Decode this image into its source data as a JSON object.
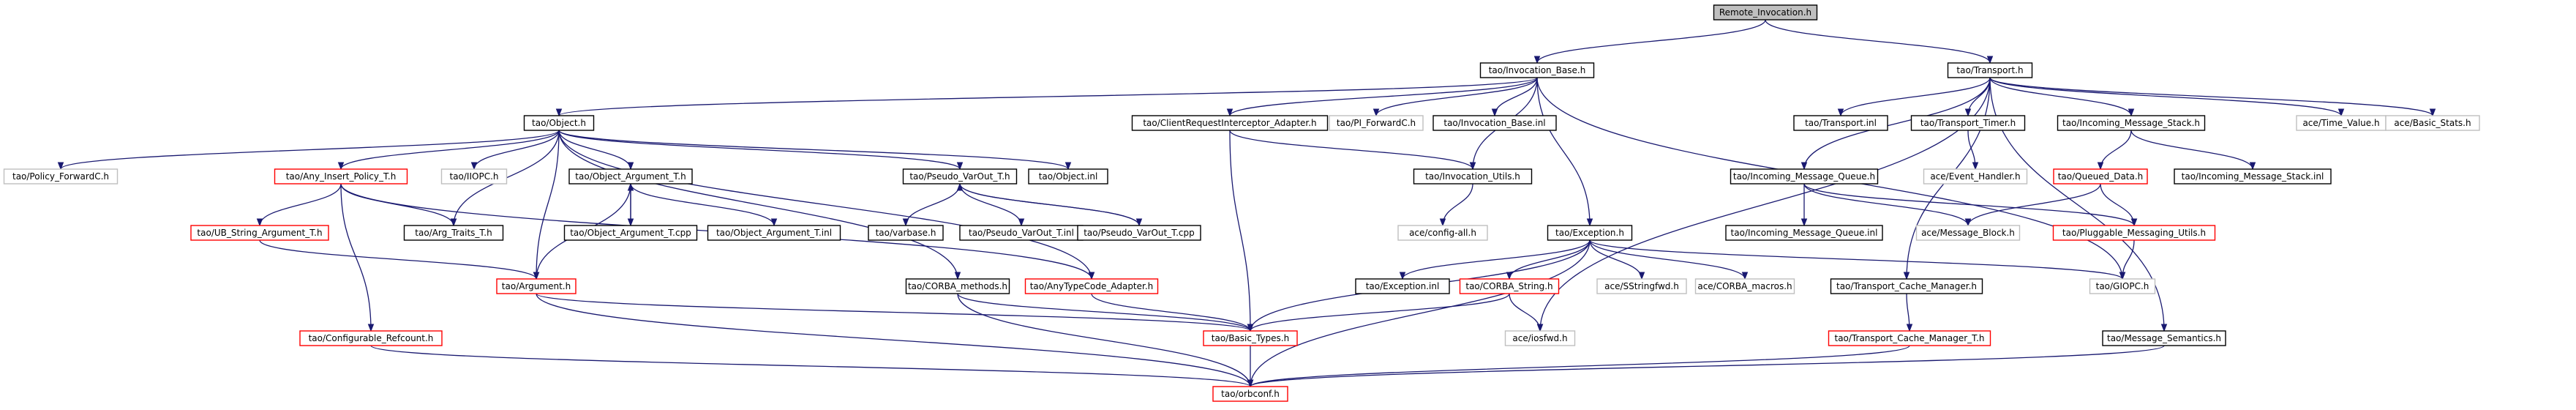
{
  "diagram": {
    "type": "include-dependency-graph",
    "colors": {
      "edge": "#191970",
      "root_fill": "#bfbfbf",
      "documented": "#000000",
      "undocumented": "#bfbfbf",
      "truncated": "#ff0000"
    },
    "nodes": [
      {
        "id": "remote_invocation_h",
        "label": "Remote_Invocation.h",
        "style": "root"
      },
      {
        "id": "invocation_base_h",
        "label": "tao/Invocation_Base.h",
        "style": "black"
      },
      {
        "id": "transport_h",
        "label": "tao/Transport.h",
        "style": "black"
      },
      {
        "id": "object_h",
        "label": "tao/Object.h",
        "style": "black"
      },
      {
        "id": "client_request_interceptor_adapter_h",
        "label": "tao/ClientRequestInterceptor_Adapter.h",
        "style": "black"
      },
      {
        "id": "pi_forwardc_h",
        "label": "tao/PI_ForwardC.h",
        "style": "grey"
      },
      {
        "id": "invocation_base_inl",
        "label": "tao/Invocation_Base.inl",
        "style": "black"
      },
      {
        "id": "transport_inl",
        "label": "tao/Transport.inl",
        "style": "black"
      },
      {
        "id": "transport_timer_h",
        "label": "tao/Transport_Timer.h",
        "style": "black"
      },
      {
        "id": "incoming_message_stack_h",
        "label": "tao/Incoming_Message_Stack.h",
        "style": "black"
      },
      {
        "id": "time_value_h",
        "label": "ace/Time_Value.h",
        "style": "grey"
      },
      {
        "id": "basic_stats_h",
        "label": "ace/Basic_Stats.h",
        "style": "grey"
      },
      {
        "id": "policy_forwardc_h",
        "label": "tao/Policy_ForwardC.h",
        "style": "grey"
      },
      {
        "id": "any_insert_policy_t_h",
        "label": "tao/Any_Insert_Policy_T.h",
        "style": "red"
      },
      {
        "id": "iiopc_h",
        "label": "tao/IIOPC.h",
        "style": "grey"
      },
      {
        "id": "object_argument_t_h",
        "label": "tao/Object_Argument_T.h",
        "style": "black"
      },
      {
        "id": "pseudo_varout_t_h",
        "label": "tao/Pseudo_VarOut_T.h",
        "style": "black"
      },
      {
        "id": "object_inl",
        "label": "tao/Object.inl",
        "style": "black"
      },
      {
        "id": "invocation_utils_h",
        "label": "tao/Invocation_Utils.h",
        "style": "black"
      },
      {
        "id": "incoming_message_queue_h",
        "label": "tao/Incoming_Message_Queue.h",
        "style": "black"
      },
      {
        "id": "event_handler_h",
        "label": "ace/Event_Handler.h",
        "style": "grey"
      },
      {
        "id": "queued_data_h",
        "label": "tao/Queued_Data.h",
        "style": "red"
      },
      {
        "id": "incoming_message_stack_inl",
        "label": "tao/Incoming_Message_Stack.inl",
        "style": "black"
      },
      {
        "id": "ub_string_argument_t_h",
        "label": "tao/UB_String_Argument_T.h",
        "style": "red"
      },
      {
        "id": "arg_traits_t_h",
        "label": "tao/Arg_Traits_T.h",
        "style": "black"
      },
      {
        "id": "object_argument_t_cpp",
        "label": "tao/Object_Argument_T.cpp",
        "style": "black"
      },
      {
        "id": "object_argument_t_inl",
        "label": "tao/Object_Argument_T.inl",
        "style": "black"
      },
      {
        "id": "varbase_h",
        "label": "tao/varbase.h",
        "style": "black"
      },
      {
        "id": "pseudo_varout_t_inl",
        "label": "tao/Pseudo_VarOut_T.inl",
        "style": "black"
      },
      {
        "id": "pseudo_varout_t_cpp",
        "label": "tao/Pseudo_VarOut_T.cpp",
        "style": "black"
      },
      {
        "id": "config_all_h",
        "label": "ace/config-all.h",
        "style": "grey"
      },
      {
        "id": "incoming_message_queue_inl",
        "label": "tao/Incoming_Message_Queue.inl",
        "style": "black"
      },
      {
        "id": "message_block_h",
        "label": "ace/Message_Block.h",
        "style": "grey"
      },
      {
        "id": "pluggable_messaging_utils_h",
        "label": "tao/Pluggable_Messaging_Utils.h",
        "style": "red"
      },
      {
        "id": "exception_h",
        "label": "tao/Exception.h",
        "style": "black"
      },
      {
        "id": "argument_h",
        "label": "tao/Argument.h",
        "style": "red"
      },
      {
        "id": "corba_methods_h",
        "label": "tao/CORBA_methods.h",
        "style": "black"
      },
      {
        "id": "anytypecode_adapter_h",
        "label": "tao/AnyTypeCode_Adapter.h",
        "style": "red"
      },
      {
        "id": "exception_inl",
        "label": "tao/Exception.inl",
        "style": "black"
      },
      {
        "id": "corba_string_h",
        "label": "tao/CORBA_String.h",
        "style": "red"
      },
      {
        "id": "sstringfwd_h",
        "label": "ace/SStringfwd.h",
        "style": "grey"
      },
      {
        "id": "corba_macros_h",
        "label": "ace/CORBA_macros.h",
        "style": "grey"
      },
      {
        "id": "transport_cache_manager_h",
        "label": "tao/Transport_Cache_Manager.h",
        "style": "black"
      },
      {
        "id": "giopc_h",
        "label": "tao/GIOPC.h",
        "style": "grey"
      },
      {
        "id": "configurable_refcount_h",
        "label": "tao/Configurable_Refcount.h",
        "style": "red"
      },
      {
        "id": "basic_types_h",
        "label": "tao/Basic_Types.h",
        "style": "red"
      },
      {
        "id": "iosfwd_h",
        "label": "ace/iosfwd.h",
        "style": "grey"
      },
      {
        "id": "transport_cache_manager_t_h",
        "label": "tao/Transport_Cache_Manager_T.h",
        "style": "red"
      },
      {
        "id": "message_semantics_h",
        "label": "tao/Message_Semantics.h",
        "style": "black"
      },
      {
        "id": "orbconf_h",
        "label": "tao/orbconf.h",
        "style": "red"
      }
    ],
    "edges": [
      [
        "remote_invocation_h",
        "invocation_base_h"
      ],
      [
        "remote_invocation_h",
        "transport_h"
      ],
      [
        "invocation_base_h",
        "object_h"
      ],
      [
        "invocation_base_h",
        "client_request_interceptor_adapter_h"
      ],
      [
        "invocation_base_h",
        "pi_forwardc_h"
      ],
      [
        "invocation_base_h",
        "invocation_base_inl"
      ],
      [
        "invocation_base_h",
        "invocation_utils_h"
      ],
      [
        "invocation_base_h",
        "exception_h"
      ],
      [
        "invocation_base_h",
        "giopc_h"
      ],
      [
        "transport_h",
        "transport_inl"
      ],
      [
        "transport_h",
        "transport_timer_h"
      ],
      [
        "transport_h",
        "incoming_message_stack_h"
      ],
      [
        "transport_h",
        "time_value_h"
      ],
      [
        "transport_h",
        "basic_stats_h"
      ],
      [
        "transport_h",
        "incoming_message_queue_h"
      ],
      [
        "transport_h",
        "transport_cache_manager_h"
      ],
      [
        "transport_h",
        "message_semantics_h"
      ],
      [
        "transport_h",
        "iosfwd_h"
      ],
      [
        "object_h",
        "policy_forwardc_h"
      ],
      [
        "object_h",
        "any_insert_policy_t_h"
      ],
      [
        "object_h",
        "iiopc_h"
      ],
      [
        "object_h",
        "object_argument_t_h"
      ],
      [
        "object_h",
        "pseudo_varout_t_h"
      ],
      [
        "object_h",
        "object_inl"
      ],
      [
        "object_h",
        "arg_traits_t_h"
      ],
      [
        "object_h",
        "argument_h"
      ],
      [
        "object_h",
        "corba_methods_h"
      ],
      [
        "object_h",
        "anytypecode_adapter_h"
      ],
      [
        "client_request_interceptor_adapter_h",
        "invocation_utils_h"
      ],
      [
        "client_request_interceptor_adapter_h",
        "basic_types_h"
      ],
      [
        "transport_timer_h",
        "event_handler_h"
      ],
      [
        "incoming_message_stack_h",
        "queued_data_h"
      ],
      [
        "incoming_message_stack_h",
        "incoming_message_stack_inl"
      ],
      [
        "any_insert_policy_t_h",
        "ub_string_argument_t_h"
      ],
      [
        "any_insert_policy_t_h",
        "arg_traits_t_h"
      ],
      [
        "any_insert_policy_t_h",
        "configurable_refcount_h"
      ],
      [
        "any_insert_policy_t_h",
        "anytypecode_adapter_h"
      ],
      [
        "object_argument_t_h",
        "object_argument_t_cpp"
      ],
      [
        "object_argument_t_cpp",
        "object_argument_t_h"
      ],
      [
        "object_argument_t_h",
        "object_argument_t_inl"
      ],
      [
        "object_argument_t_h",
        "argument_h"
      ],
      [
        "pseudo_varout_t_h",
        "varbase_h"
      ],
      [
        "pseudo_varout_t_h",
        "pseudo_varout_t_inl"
      ],
      [
        "pseudo_varout_t_h",
        "pseudo_varout_t_cpp"
      ],
      [
        "pseudo_varout_t_cpp",
        "pseudo_varout_t_h"
      ],
      [
        "invocation_utils_h",
        "config_all_h"
      ],
      [
        "incoming_message_queue_h",
        "incoming_message_queue_inl"
      ],
      [
        "incoming_message_queue_h",
        "message_block_h"
      ],
      [
        "incoming_message_queue_h",
        "pluggable_messaging_utils_h"
      ],
      [
        "queued_data_h",
        "message_block_h"
      ],
      [
        "queued_data_h",
        "pluggable_messaging_utils_h"
      ],
      [
        "pluggable_messaging_utils_h",
        "giopc_h"
      ],
      [
        "ub_string_argument_t_h",
        "argument_h"
      ],
      [
        "exception_h",
        "exception_inl"
      ],
      [
        "exception_h",
        "corba_string_h"
      ],
      [
        "exception_h",
        "sstringfwd_h"
      ],
      [
        "exception_h",
        "corba_macros_h"
      ],
      [
        "exception_h",
        "basic_types_h"
      ],
      [
        "exception_h",
        "orbconf_h"
      ],
      [
        "exception_h",
        "giopc_h"
      ],
      [
        "argument_h",
        "basic_types_h"
      ],
      [
        "argument_h",
        "orbconf_h"
      ],
      [
        "corba_methods_h",
        "basic_types_h"
      ],
      [
        "corba_methods_h",
        "orbconf_h"
      ],
      [
        "anytypecode_adapter_h",
        "basic_types_h"
      ],
      [
        "corba_string_h",
        "basic_types_h"
      ],
      [
        "corba_string_h",
        "iosfwd_h"
      ],
      [
        "transport_cache_manager_h",
        "transport_cache_manager_t_h"
      ],
      [
        "transport_cache_manager_t_h",
        "orbconf_h"
      ],
      [
        "configurable_refcount_h",
        "orbconf_h"
      ],
      [
        "basic_types_h",
        "orbconf_h"
      ],
      [
        "message_semantics_h",
        "orbconf_h"
      ]
    ]
  }
}
